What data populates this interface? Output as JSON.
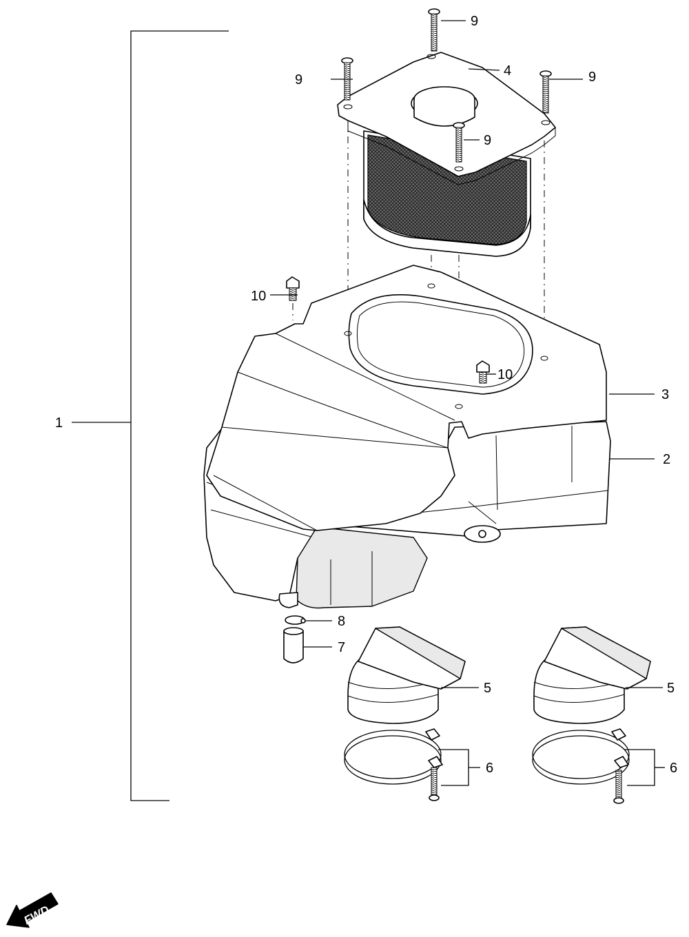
{
  "callouts": [
    {
      "id": "c1",
      "label": "1"
    },
    {
      "id": "c2",
      "label": "2"
    },
    {
      "id": "c3",
      "label": "3"
    },
    {
      "id": "c4",
      "label": "4"
    },
    {
      "id": "c5a",
      "label": "5"
    },
    {
      "id": "c5b",
      "label": "5"
    },
    {
      "id": "c6a",
      "label": "6"
    },
    {
      "id": "c6b",
      "label": "6"
    },
    {
      "id": "c7",
      "label": "7"
    },
    {
      "id": "c8",
      "label": "8"
    },
    {
      "id": "c9a",
      "label": "9"
    },
    {
      "id": "c9b",
      "label": "9"
    },
    {
      "id": "c9c",
      "label": "9"
    },
    {
      "id": "c9d",
      "label": "9"
    },
    {
      "id": "c10a",
      "label": "10"
    },
    {
      "id": "c10b",
      "label": "10"
    }
  ],
  "direction_badge": {
    "label": "FWD",
    "icon": "fwd-arrow-icon"
  }
}
